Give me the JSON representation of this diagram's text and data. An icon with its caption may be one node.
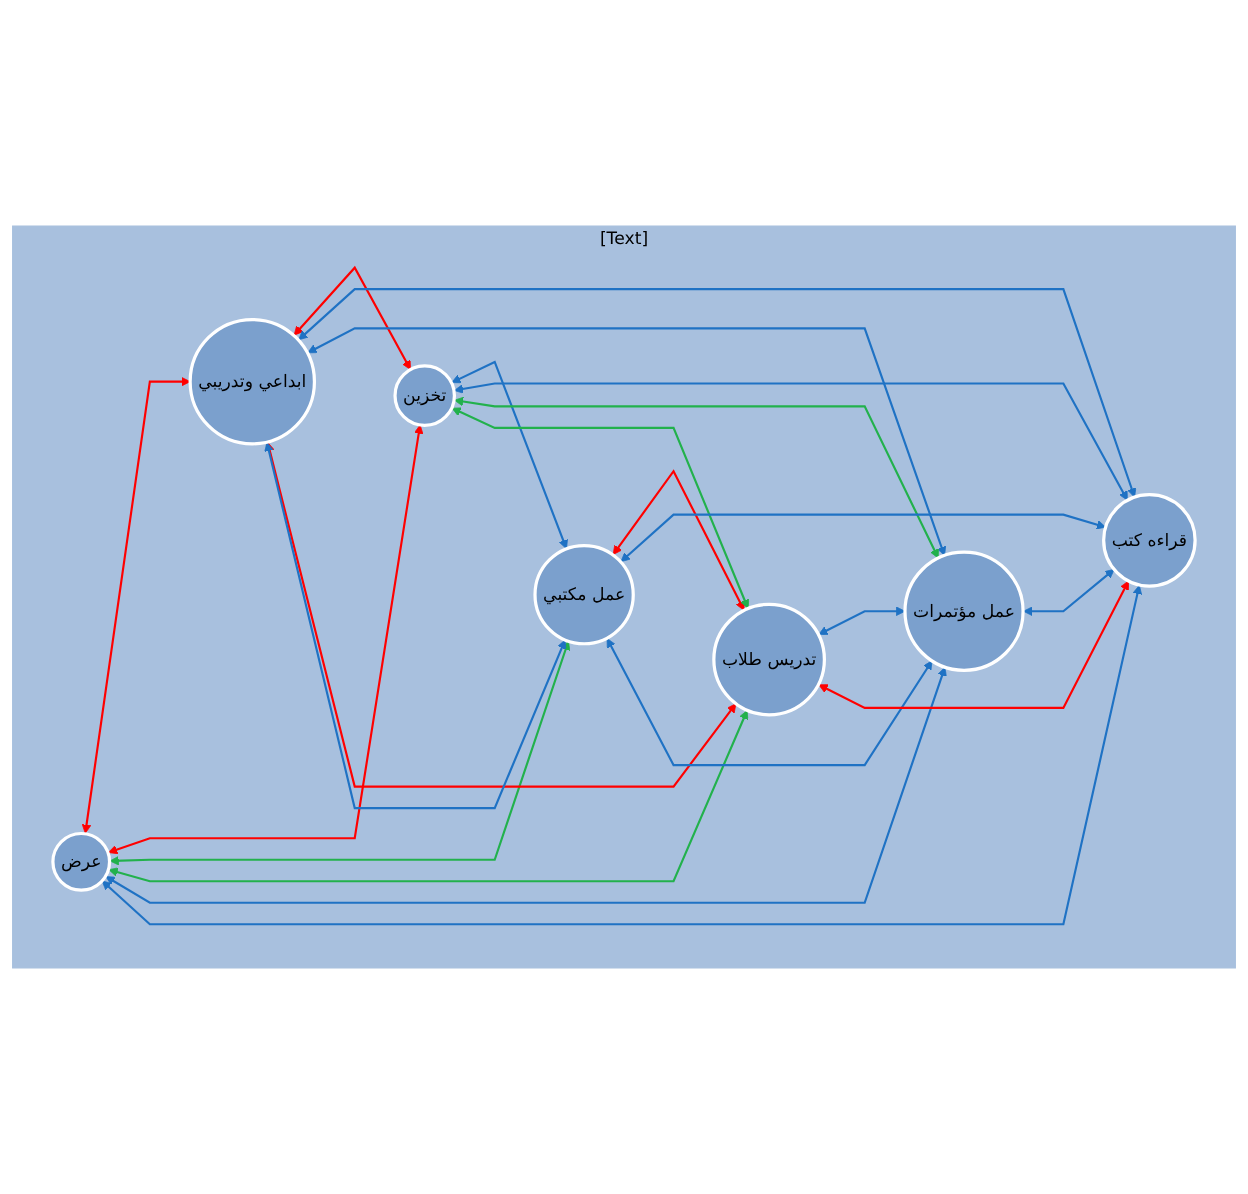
{
  "diagram": {
    "nodes": [
      {
        "text": [
          "[Text]"
        ]
      },
      {
        "text": [
          "عرض"
        ],
        "in": 0
      },
      {
        "text": [
          "ابداعي وتدريبي"
        ],
        "in": 0
      },
      {
        "text": [
          "تخزين"
        ],
        "in": 0
      },
      {
        "text": [
          "عمل مكتبي"
        ],
        "in": 0
      },
      {
        "text": [
          "تدريس طلاب"
        ],
        "in": 0
      },
      {
        "text": [
          "عمل مؤتمرات"
        ],
        "in": 0
      },
      {
        "text": [
          "قراءه كتب"
        ],
        "in": 0
      }
    ],
    "edges": [
      {
        "from": 1,
        "to": 2,
        "arrow": "both",
        "color": "#ff0000"
      },
      {
        "from": 2,
        "to": 3,
        "arrow": "both",
        "color": "#ff0000"
      },
      {
        "from": 3,
        "to": 4,
        "arrow": "both"
      },
      {
        "from": 4,
        "to": 5,
        "arrow": "both",
        "color": "#ff0000"
      },
      {
        "from": 5,
        "to": 6,
        "arrow": "both"
      },
      {
        "from": 6,
        "to": 7,
        "arrow": "both"
      },
      {
        "from": 7,
        "to": 1,
        "arrow": "both"
      },
      {
        "from": 1,
        "to": 3,
        "arrow": "both",
        "color": "#ff0000"
      },
      {
        "from": 1,
        "to": 4,
        "arrow": "both",
        "color": "#22b14c"
      },
      {
        "from": 1,
        "to": 5,
        "arrow": "both",
        "color": "#22b14c"
      },
      {
        "from": 1,
        "to": 6,
        "arrow": "both"
      },
      {
        "from": 2,
        "to": 7,
        "arrow": "both"
      },
      {
        "from": 2,
        "to": 6,
        "arrow": "both"
      },
      {
        "from": 2,
        "to": 5,
        "arrow": "both",
        "color": "#ff0000"
      },
      {
        "from": 2,
        "to": 4,
        "arrow": "both"
      },
      {
        "from": 3,
        "to": 7,
        "arrow": "both"
      },
      {
        "from": 3,
        "to": 6,
        "arrow": "both",
        "color": "#22b14c"
      },
      {
        "from": 3,
        "to": 5,
        "arrow": "both",
        "color": "#22b14c"
      },
      {
        "from": 4,
        "to": 7,
        "arrow": "both"
      },
      {
        "from": 4,
        "to": 6,
        "arrow": "both"
      },
      {
        "from": 5,
        "to": 7,
        "arrow": "both",
        "color": "#ff0000"
      }
    ]
  }
}
